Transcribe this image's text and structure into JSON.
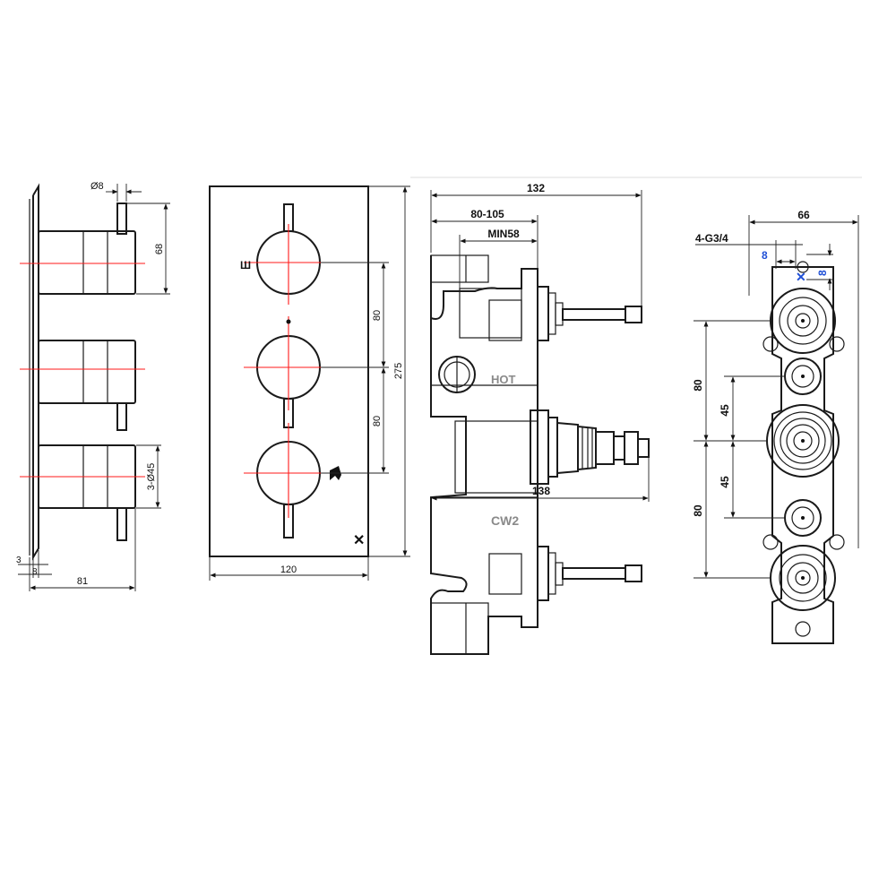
{
  "side_view": {
    "dim_pin_diameter": "Ø8",
    "dim_height": "68",
    "dim_knob": "3-Ø45",
    "dim_plate": "3",
    "dim_gap": "8",
    "dim_depth": "81"
  },
  "front_view": {
    "dim_spacing_upper": "80",
    "dim_spacing_lower": "80",
    "dim_height": "275",
    "dim_width": "120"
  },
  "body_side_view": {
    "dim_total": "132",
    "dim_range": "80-105",
    "dim_min": "MIN58",
    "dim_cartridge": "138",
    "label_hot": "HOT",
    "label_cw": "CW2"
  },
  "body_front_view": {
    "dim_width": "66",
    "thread_spec": "4-G3/4",
    "dim_offset_x": "8",
    "dim_offset_y": "8",
    "dim_upper": "80",
    "dim_mid_upper": "45",
    "dim_mid_lower": "45",
    "dim_lower": "80"
  }
}
